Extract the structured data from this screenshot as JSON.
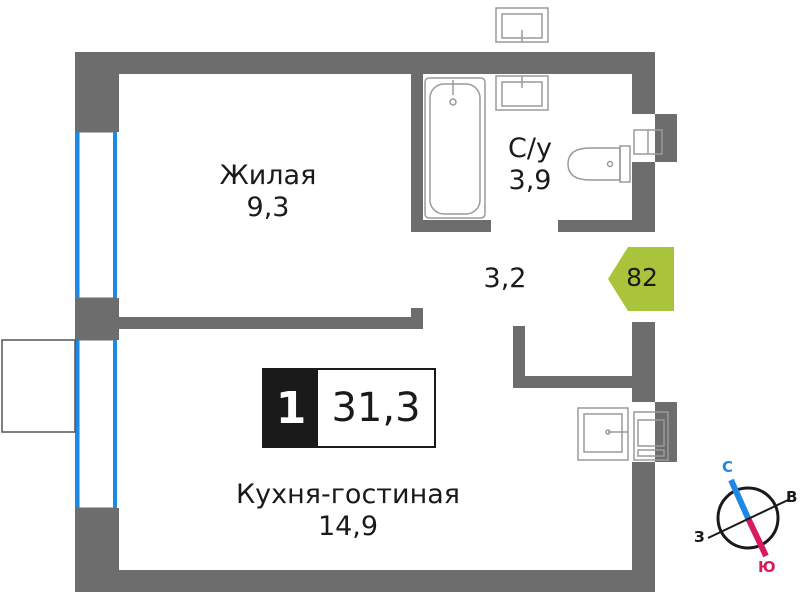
{
  "plan": {
    "rooms": [
      {
        "name": "Жилая",
        "area": "9,3"
      },
      {
        "name": "С/у",
        "area": "3,9"
      },
      {
        "name": "",
        "area": "3,2"
      },
      {
        "name": "Кухня-гостиная",
        "area": "14,9"
      }
    ],
    "badge": {
      "rooms": "1",
      "area": "31,3"
    },
    "apartment_number": "82",
    "compass": {
      "north": "С",
      "east": "В",
      "west": "З",
      "south": "Ю"
    },
    "colors": {
      "wall": "#6d6d6d",
      "window": "#1e88e5",
      "apartment_marker": "#a9c33a",
      "north": "#1e88e5",
      "south": "#d81b60",
      "fixture_line": "#9a9a9a"
    }
  }
}
